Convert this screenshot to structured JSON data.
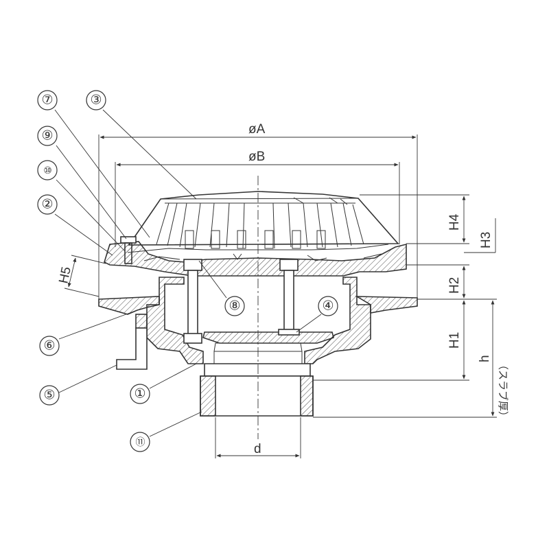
{
  "drawing": {
    "callouts": [
      "⑦",
      "③",
      "⑨",
      "⑩",
      "②",
      "⑧",
      "④",
      "⑥",
      "⑤",
      "①",
      "⑪"
    ],
    "dimensions": {
      "oA": "øA",
      "oB": "øB",
      "H1": "H1",
      "H2": "H2",
      "H3": "H3",
      "H4": "H4",
      "H5": "H5",
      "h": "h",
      "d": "d"
    },
    "slab_note": "（スラブ厚）"
  }
}
